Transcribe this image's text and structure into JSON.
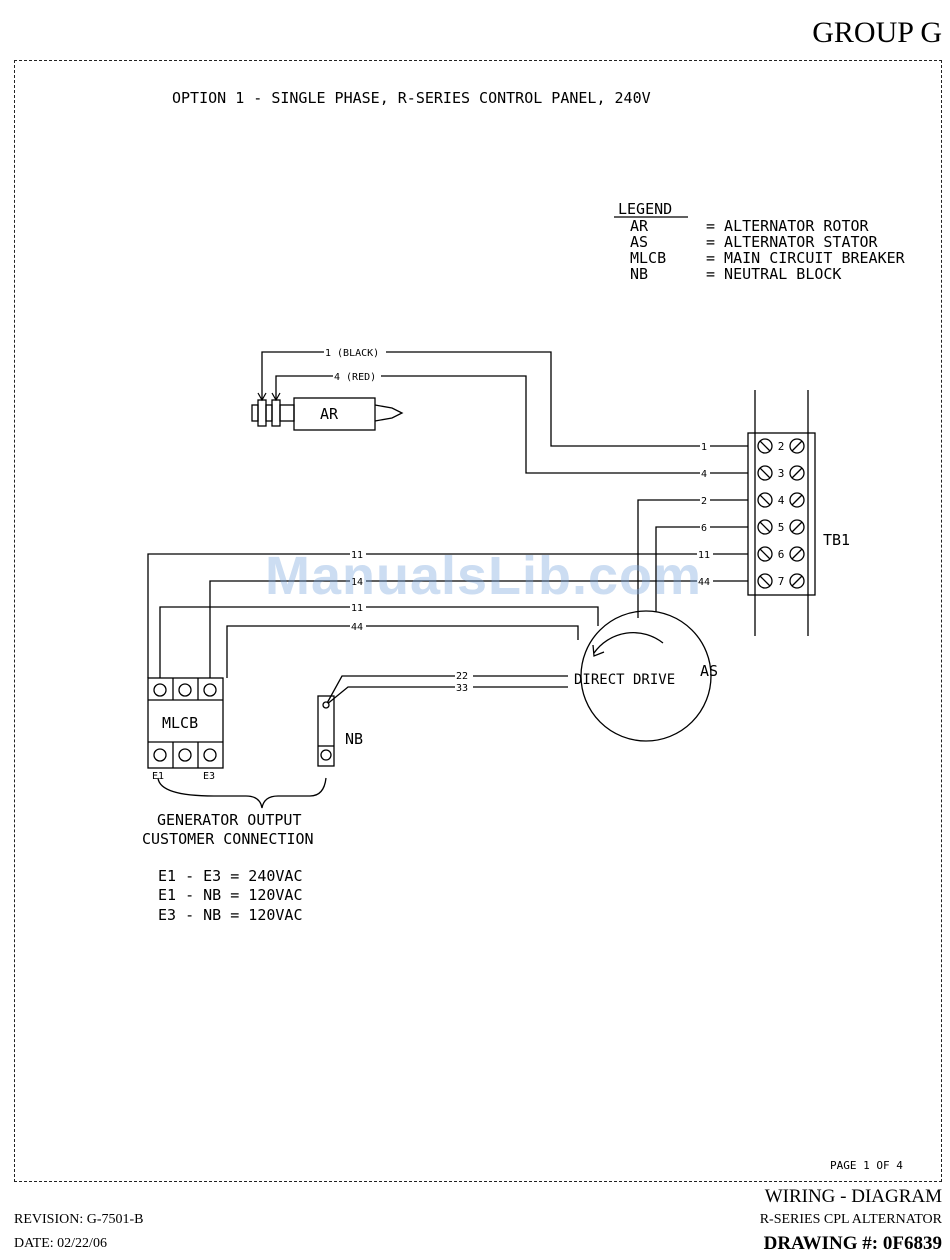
{
  "header": {
    "group": "GROUP G"
  },
  "title": "OPTION 1 - SINGLE PHASE, R-SERIES CONTROL PANEL, 240V",
  "legend": {
    "heading": "LEGEND",
    "items": [
      {
        "abbr": "AR",
        "text": "= ALTERNATOR ROTOR"
      },
      {
        "abbr": "AS",
        "text": "= ALTERNATOR STATOR"
      },
      {
        "abbr": "MLCB",
        "text": "= MAIN CIRCUIT BREAKER"
      },
      {
        "abbr": "NB",
        "text": "= NEUTRAL BLOCK"
      }
    ]
  },
  "components": {
    "rotor": "AR",
    "stator_center": "DIRECT DRIVE",
    "stator_tag": "AS",
    "breaker": "MLCB",
    "breaker_e1": "E1",
    "breaker_e3": "E3",
    "neutral_block": "NB",
    "terminal_block": "TB1"
  },
  "wires": {
    "rotor_black": "1 (BLACK)",
    "rotor_red": "4 (RED)",
    "w1": "1",
    "w4": "4",
    "w2": "2",
    "w6": "6",
    "w11": "11",
    "w44": "44",
    "w11_top": "11",
    "w14": "14",
    "w11_low": "11",
    "w44_low": "44",
    "w22": "22",
    "w33": "33"
  },
  "terminals": [
    "2",
    "3",
    "4",
    "5",
    "6",
    "7"
  ],
  "output": {
    "line1": "GENERATOR OUTPUT",
    "line2": "CUSTOMER CONNECTION",
    "eq1": "E1 - E3 = 240VAC",
    "eq2": "E1 - NB = 120VAC",
    "eq3": "E3 - NB = 120VAC"
  },
  "page": "PAGE 1 OF 4",
  "footer": {
    "revision": "REVISION: G-7501-B",
    "date": "DATE: 02/22/06",
    "title": "WIRING - DIAGRAM",
    "subtitle": "R-SERIES CPL ALTERNATOR",
    "drawing": "DRAWING #: 0F6839"
  },
  "watermark": "ManualsLib.com"
}
